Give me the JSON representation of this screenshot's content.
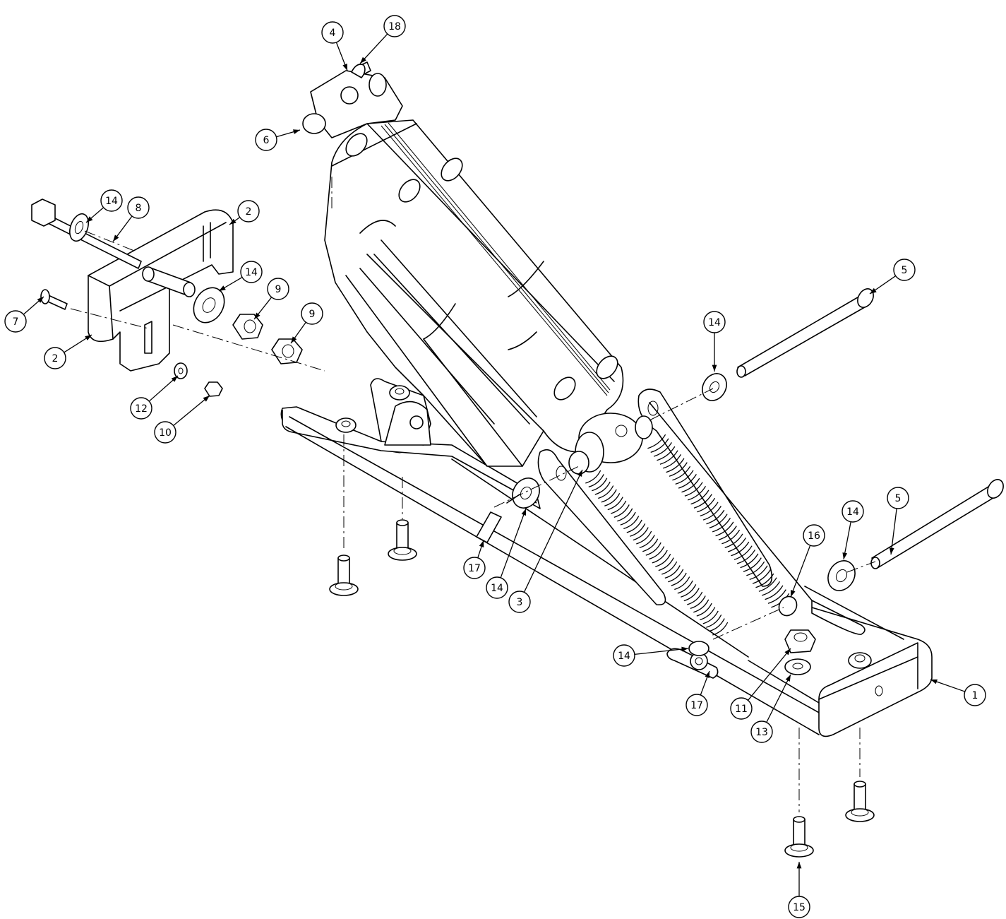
{
  "callouts": [
    {
      "id": "c4",
      "label": "4"
    },
    {
      "id": "c18",
      "label": "18"
    },
    {
      "id": "c6",
      "label": "6"
    },
    {
      "id": "c14a",
      "label": "14"
    },
    {
      "id": "c8",
      "label": "8"
    },
    {
      "id": "c2a",
      "label": "2"
    },
    {
      "id": "c14b",
      "label": "14"
    },
    {
      "id": "c9a",
      "label": "9"
    },
    {
      "id": "c9b",
      "label": "9"
    },
    {
      "id": "c7",
      "label": "7"
    },
    {
      "id": "c2b",
      "label": "2"
    },
    {
      "id": "c12",
      "label": "12"
    },
    {
      "id": "c10",
      "label": "10"
    },
    {
      "id": "c5a",
      "label": "5"
    },
    {
      "id": "c14c",
      "label": "14"
    },
    {
      "id": "c5b",
      "label": "5"
    },
    {
      "id": "c14d",
      "label": "14"
    },
    {
      "id": "c16",
      "label": "16"
    },
    {
      "id": "c17a",
      "label": "17"
    },
    {
      "id": "c14e",
      "label": "14"
    },
    {
      "id": "c3",
      "label": "3"
    },
    {
      "id": "c14f",
      "label": "14"
    },
    {
      "id": "c17b",
      "label": "17"
    },
    {
      "id": "c11",
      "label": "11"
    },
    {
      "id": "c13",
      "label": "13"
    },
    {
      "id": "c1",
      "label": "1"
    },
    {
      "id": "c15",
      "label": "15"
    }
  ]
}
